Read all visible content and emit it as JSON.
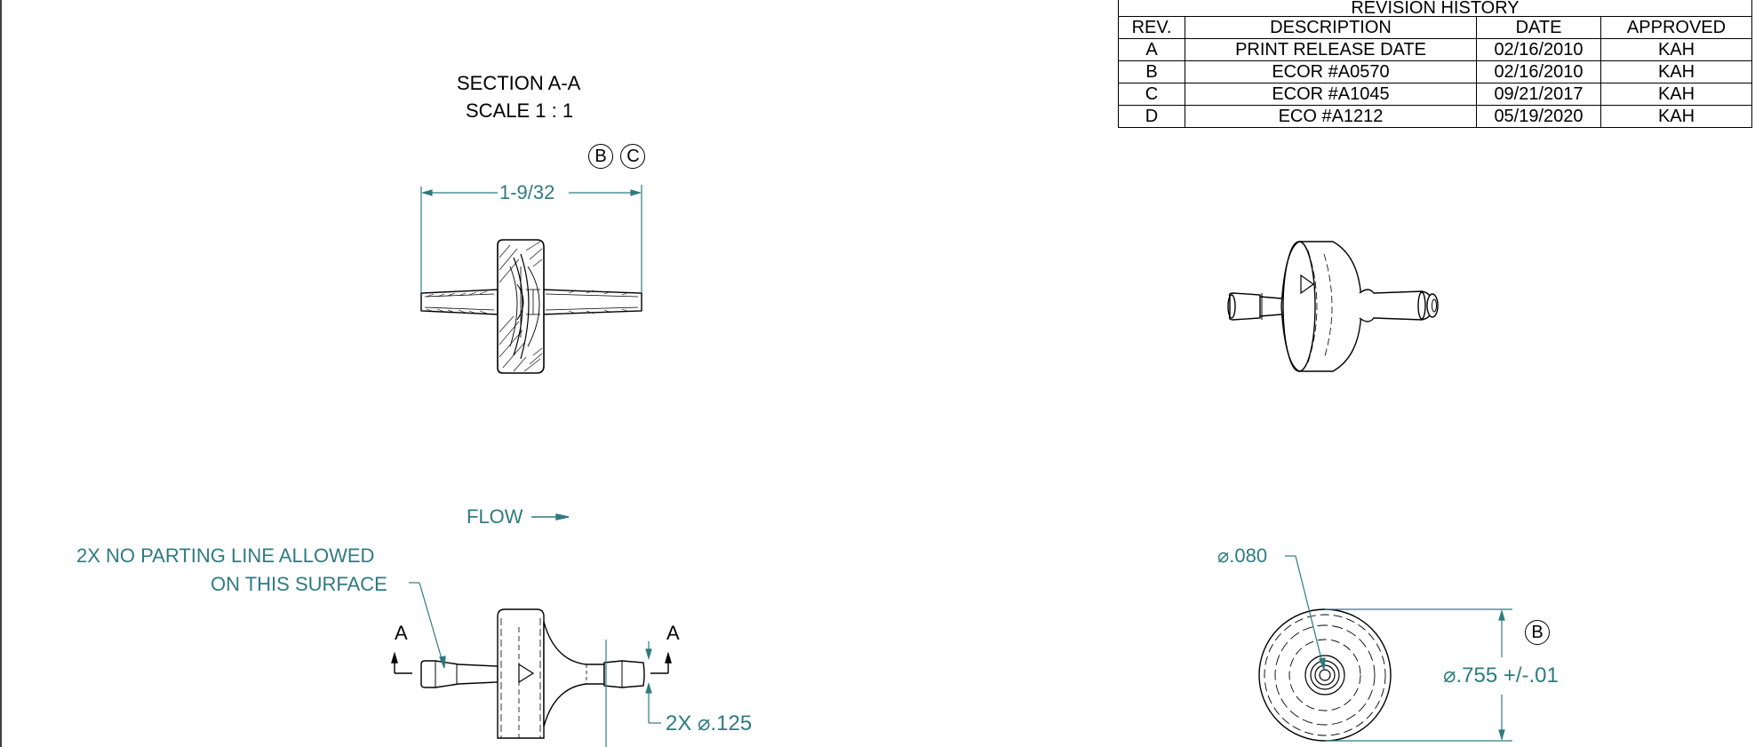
{
  "revision_table": {
    "title": "REVISION HISTORY",
    "headers": [
      "REV.",
      "DESCRIPTION",
      "DATE",
      "APPROVED"
    ],
    "rows": [
      [
        "A",
        "PRINT RELEASE DATE",
        "02/16/2010",
        "KAH"
      ],
      [
        "B",
        "ECOR #A0570",
        "02/16/2010",
        "KAH"
      ],
      [
        "C",
        "ECOR #A1045",
        "09/21/2017",
        "KAH"
      ],
      [
        "D",
        "ECO #A1212",
        "05/19/2020",
        "KAH"
      ]
    ]
  },
  "section_view": {
    "title": "SECTION A-A",
    "scale": "SCALE 1 : 1",
    "rev_marker_1": "B",
    "rev_marker_2": "C",
    "length_dim": "1-9/32"
  },
  "front_view": {
    "flow_label": "FLOW",
    "note_line1": "2X NO PARTING LINE ALLOWED",
    "note_line2": "ON THIS SURFACE",
    "section_mark_left": "A",
    "section_mark_right": "A",
    "barb_dim": "2X ⌀.125"
  },
  "end_view": {
    "hole_dim": "⌀.080",
    "body_dim": "⌀.755 +/-.01",
    "rev_marker": "B"
  },
  "colors": {
    "dimension": "#2e7b7f",
    "outline": "#000000"
  }
}
